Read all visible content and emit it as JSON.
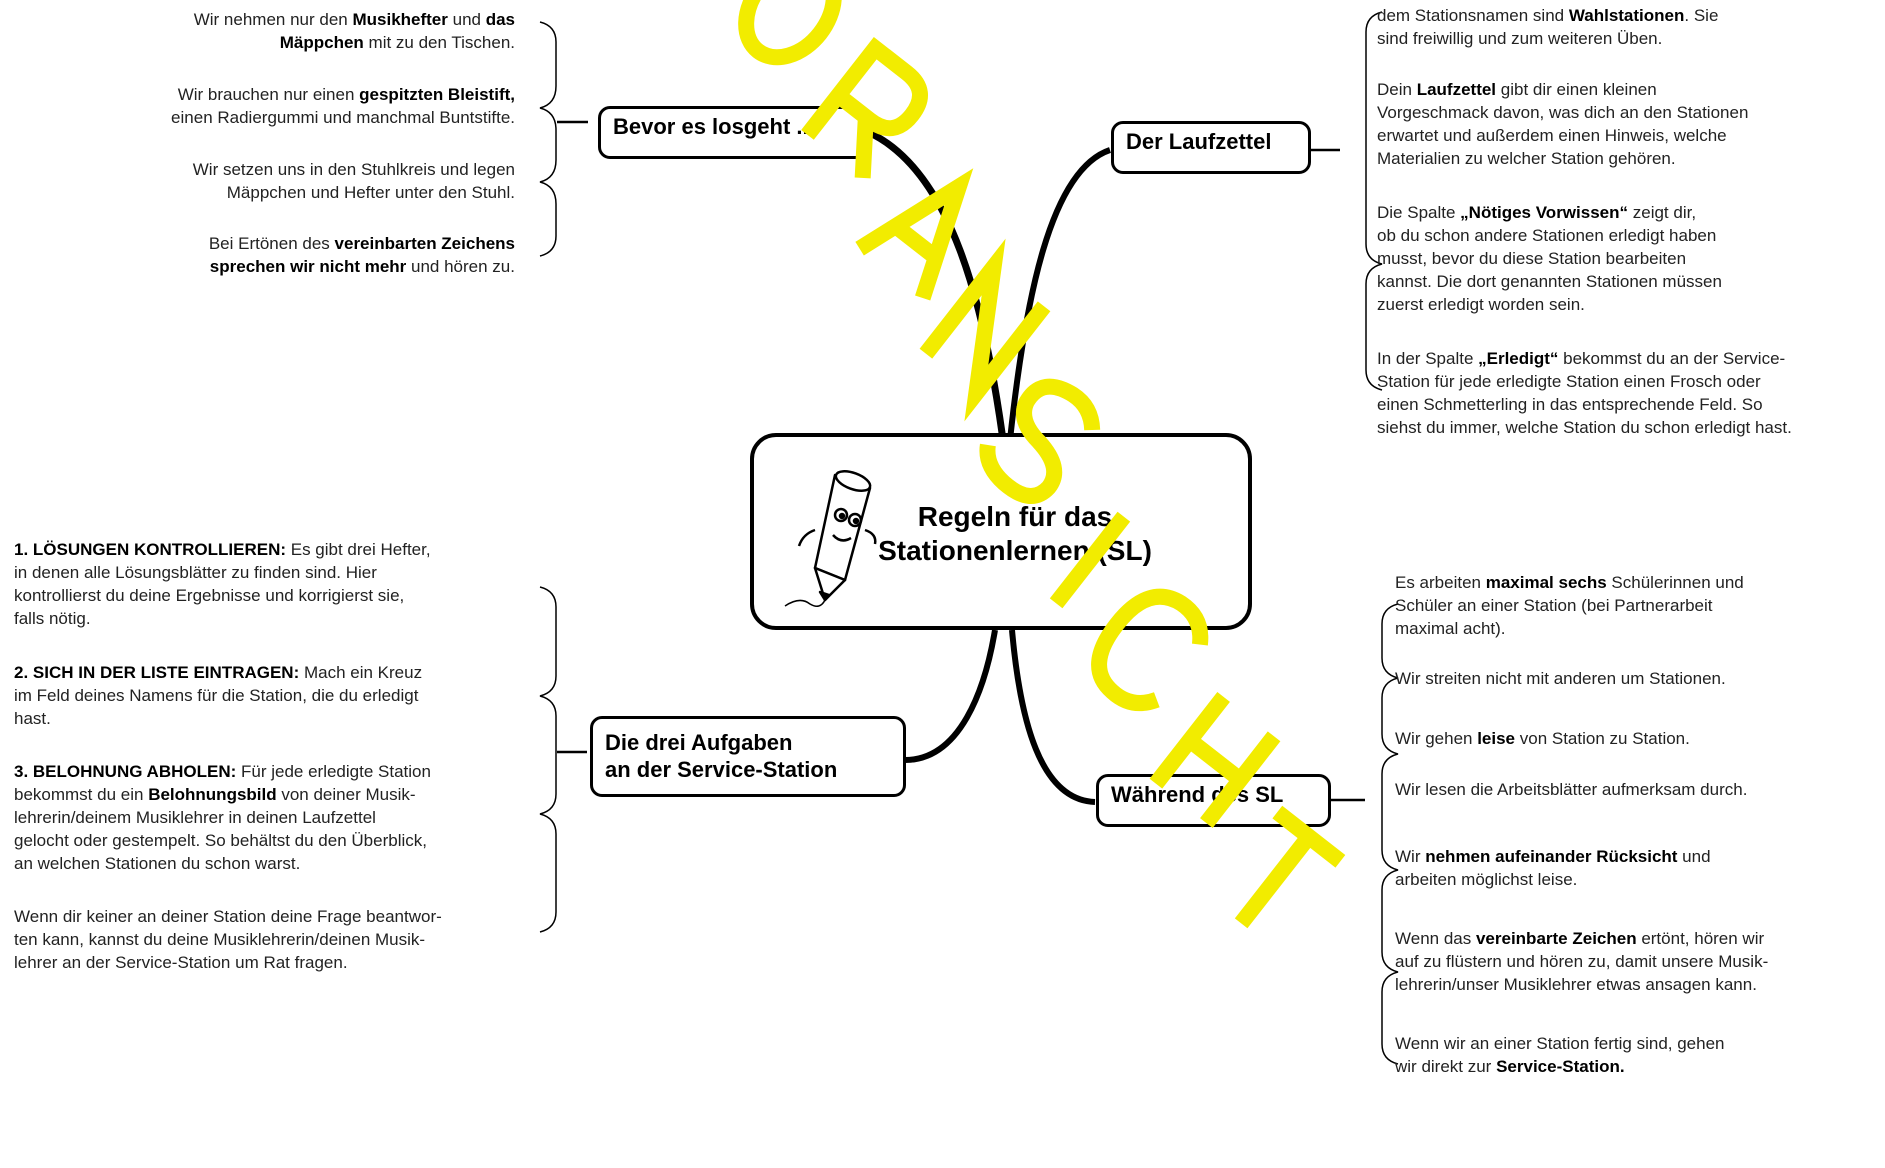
{
  "center": {
    "title_line1": "Regeln für das",
    "title_line2": "Stationenlernen (SL)",
    "mascot": "pencil-mascot-icon"
  },
  "watermark": {
    "text": "ORANSICHT",
    "color": "#f2ec00"
  },
  "branches": {
    "before": {
      "label": "Bevor es losgeht ...",
      "items": [
        [
          {
            "t": "Wir nehmen nur den "
          },
          {
            "b": "Musikhefter"
          },
          {
            "t": " und "
          },
          {
            "b": "das"
          },
          {
            "br": 1
          },
          {
            "b": "Mäppchen"
          },
          {
            "t": " mit zu den Tischen."
          }
        ],
        [
          {
            "t": "Wir brauchen nur einen "
          },
          {
            "b": "gespitzten Bleistift,"
          },
          {
            "br": 1
          },
          {
            "t": "einen Radiergummi und manchmal Buntstifte."
          }
        ],
        [
          {
            "t": "Wir setzen uns in den Stuhlkreis und legen"
          },
          {
            "br": 1
          },
          {
            "t": "Mäppchen und Hefter unter den Stuhl."
          }
        ],
        [
          {
            "t": "Bei Ertönen des "
          },
          {
            "b": "vereinbarten Zeichens"
          },
          {
            "br": 1
          },
          {
            "b": "sprechen wir nicht mehr"
          },
          {
            "t": " und hören zu."
          }
        ]
      ]
    },
    "laufzettel": {
      "label": "Der Laufzettel",
      "items": [
        [
          {
            "t": "dem Stationsnamen sind "
          },
          {
            "b": "Wahlstationen"
          },
          {
            "t": ". Sie"
          },
          {
            "br": 1
          },
          {
            "t": "sind freiwillig und zum weiteren Üben."
          }
        ],
        [
          {
            "t": "Dein "
          },
          {
            "b": "Laufzettel"
          },
          {
            "t": " gibt dir einen kleinen"
          },
          {
            "br": 1
          },
          {
            "t": "Vorgeschmack davon, was dich an den Stationen"
          },
          {
            "br": 1
          },
          {
            "t": "erwartet und außerdem einen Hinweis, welche"
          },
          {
            "br": 1
          },
          {
            "t": "Materialien zu welcher Station gehören."
          }
        ],
        [
          {
            "t": "Die Spalte "
          },
          {
            "b": "„Nötiges Vorwissen“"
          },
          {
            "t": " zeigt dir,"
          },
          {
            "br": 1
          },
          {
            "t": "ob du schon andere Stationen erledigt haben"
          },
          {
            "br": 1
          },
          {
            "t": "musst, bevor du diese Station bearbeiten"
          },
          {
            "br": 1
          },
          {
            "t": "kannst. Die dort genannten Stationen müssen"
          },
          {
            "br": 1
          },
          {
            "t": "zuerst erledigt worden sein."
          }
        ],
        [
          {
            "t": "In der Spalte "
          },
          {
            "b": "„Erledigt“"
          },
          {
            "t": " bekommst du an der Service-"
          },
          {
            "br": 1
          },
          {
            "t": "Station für jede erledigte Station einen Frosch oder"
          },
          {
            "br": 1
          },
          {
            "t": "einen Schmetterling in das entsprechende Feld. So"
          },
          {
            "br": 1
          },
          {
            "t": "siehst du immer, welche Station du schon erledigt hast."
          }
        ]
      ]
    },
    "service": {
      "label_line1": "Die drei Aufgaben",
      "label_line2": "an der Service-Station",
      "items": [
        [
          {
            "b": "1. LÖSUNGEN KONTROLLIEREN:"
          },
          {
            "t": " Es gibt drei Hefter,"
          },
          {
            "br": 1
          },
          {
            "t": "in denen alle Lösungsblätter zu finden sind. Hier"
          },
          {
            "br": 1
          },
          {
            "t": "kontrollierst du deine Ergebnisse und korrigierst sie,"
          },
          {
            "br": 1
          },
          {
            "t": "falls nötig."
          }
        ],
        [
          {
            "b": "2. SICH IN DER LISTE EINTRAGEN:"
          },
          {
            "t": " Mach ein Kreuz"
          },
          {
            "br": 1
          },
          {
            "t": "im Feld deines Namens für die Station, die du erledigt"
          },
          {
            "br": 1
          },
          {
            "t": "hast."
          }
        ],
        [
          {
            "b": "3. BELOHNUNG ABHOLEN:"
          },
          {
            "t": " Für jede erledigte Station"
          },
          {
            "br": 1
          },
          {
            "t": "bekommst du ein "
          },
          {
            "b": "Belohnungsbild"
          },
          {
            "t": " von deiner Musik-"
          },
          {
            "br": 1
          },
          {
            "t": "lehrerin/deinem Musiklehrer in deinen Laufzettel"
          },
          {
            "br": 1
          },
          {
            "t": "gelocht oder gestempelt. So behältst du den Überblick,"
          },
          {
            "br": 1
          },
          {
            "t": "an welchen Stationen du schon warst."
          }
        ],
        [
          {
            "t": "Wenn dir keiner an deiner Station deine Frage beantwor-"
          },
          {
            "br": 1
          },
          {
            "t": "ten kann, kannst du deine Musiklehrerin/deinen Musik-"
          },
          {
            "br": 1
          },
          {
            "t": "lehrer an der Service-Station um Rat fragen."
          }
        ]
      ]
    },
    "during": {
      "label": "Während des SL",
      "items": [
        [
          {
            "t": "Es arbeiten "
          },
          {
            "b": "maximal sechs"
          },
          {
            "t": " Schülerinnen und"
          },
          {
            "br": 1
          },
          {
            "t": "Schüler an einer Station (bei Partnerarbeit"
          },
          {
            "br": 1
          },
          {
            "t": "maximal acht)."
          }
        ],
        [
          {
            "t": "Wir streiten nicht mit anderen um Stationen."
          }
        ],
        [
          {
            "t": "Wir gehen "
          },
          {
            "b": "leise"
          },
          {
            "t": " von Station zu Station."
          }
        ],
        [
          {
            "t": "Wir lesen die Arbeitsblätter aufmerksam durch."
          }
        ],
        [
          {
            "t": "Wir "
          },
          {
            "b": "nehmen aufeinander Rücksicht"
          },
          {
            "t": " und"
          },
          {
            "br": 1
          },
          {
            "t": "arbeiten möglichst leise."
          }
        ],
        [
          {
            "t": "Wenn das "
          },
          {
            "b": "vereinbarte Zeichen"
          },
          {
            "t": " ertönt, hören wir"
          },
          {
            "br": 1
          },
          {
            "t": "auf zu flüstern und hören zu, damit unsere Musik-"
          },
          {
            "br": 1
          },
          {
            "t": "lehrerin/unser Musiklehrer etwas ansagen kann."
          }
        ],
        [
          {
            "t": "Wenn wir an einer Station fertig sind, gehen"
          },
          {
            "br": 1
          },
          {
            "t": "wir direkt zur "
          },
          {
            "b": "Service-Station."
          }
        ]
      ]
    }
  }
}
